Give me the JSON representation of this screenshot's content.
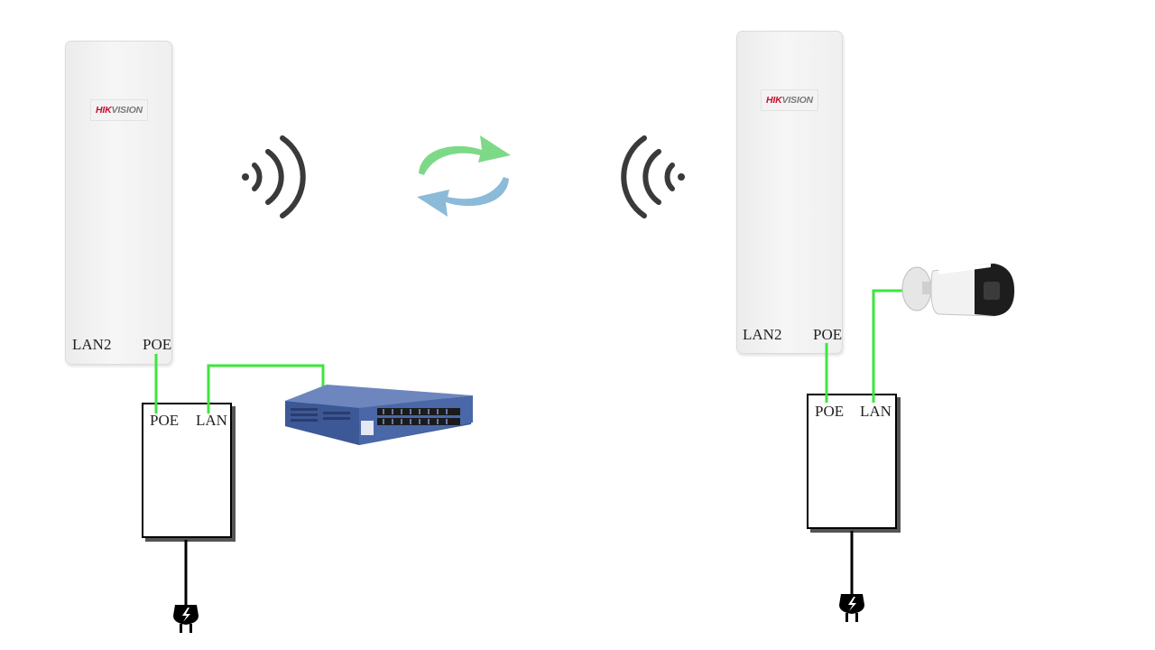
{
  "left_cpe": {
    "brand_red": "HIK",
    "brand_gray": "VISION",
    "port_lan2": "LAN2",
    "port_poe": "POE"
  },
  "right_cpe": {
    "brand_red": "HIK",
    "brand_gray": "VISION",
    "port_lan2": "LAN2",
    "port_poe": "POE"
  },
  "left_injector": {
    "port_poe": "POE",
    "port_lan": "LAN"
  },
  "right_injector": {
    "port_poe": "POE",
    "port_lan": "LAN"
  },
  "icons": [
    "wifi-signal-icon",
    "sync-arrows-icon",
    "network-switch-icon",
    "bullet-camera-icon",
    "power-plug-icon"
  ],
  "colors": {
    "cable_green": "#3ee63e",
    "arrow_green": "#6fd57a",
    "arrow_blue": "#7fb3d5",
    "switch_blue": "#4a68a8"
  }
}
